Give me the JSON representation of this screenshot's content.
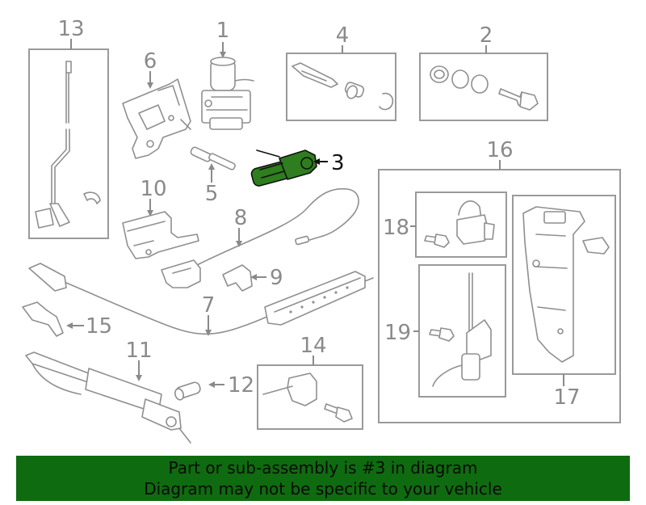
{
  "callouts": {
    "c1": "1",
    "c2": "2",
    "c3": "3",
    "c4": "4",
    "c5": "5",
    "c6": "6",
    "c7": "7",
    "c8": "8",
    "c9": "9",
    "c10": "10",
    "c11": "11",
    "c12": "12",
    "c13": "13",
    "c14": "14",
    "c15": "15",
    "c16": "16",
    "c17": "17",
    "c18": "18",
    "c19": "19"
  },
  "highlighted_callout": "3",
  "colors": {
    "highlight_part": "#2e7d1e",
    "banner_bg": "#0f6b0f",
    "line_gray": "#8f8f8f"
  },
  "banner": {
    "line1": "Part or sub-assembly is #3 in diagram",
    "line2": "Diagram may not be specific to your vehicle"
  }
}
